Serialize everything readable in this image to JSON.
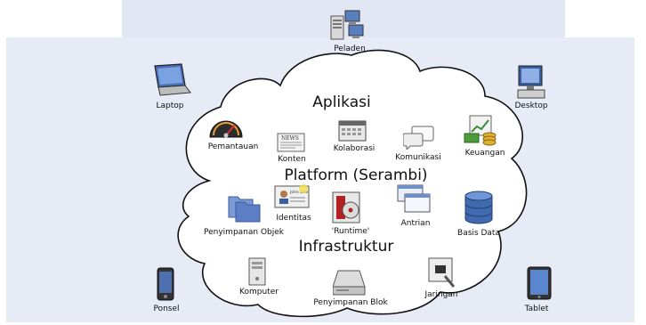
{
  "headings": {
    "applications": "Aplikasi",
    "platform": "Platform (Serambi)",
    "infrastructure": "Infrastruktur"
  },
  "clients": {
    "server": "Peladen",
    "laptop": "Laptop",
    "desktop": "Desktop",
    "phone": "Ponsel",
    "tablet": "Tablet"
  },
  "applications": {
    "monitoring": "Pemantauan",
    "content": "Konten",
    "collaboration": "Kolaborasi",
    "communication": "Komunikasi",
    "finance": "Keuangan"
  },
  "platform": {
    "object_storage": "Penyimpanan Objek",
    "identity": "Identitas",
    "runtime": "'Runtime'",
    "queue": "Antrian",
    "database": "Basis Data"
  },
  "infrastructure": {
    "compute": "Komputer",
    "block_storage": "Penyimpanan Blok",
    "network": "Jaringan"
  },
  "icon_text": {
    "news": "NEWS",
    "id_card_name": "John Doe"
  },
  "colors": {
    "background": "#e6ebf6",
    "cloud_fill": "#ffffff",
    "cloud_stroke": "#111111"
  }
}
